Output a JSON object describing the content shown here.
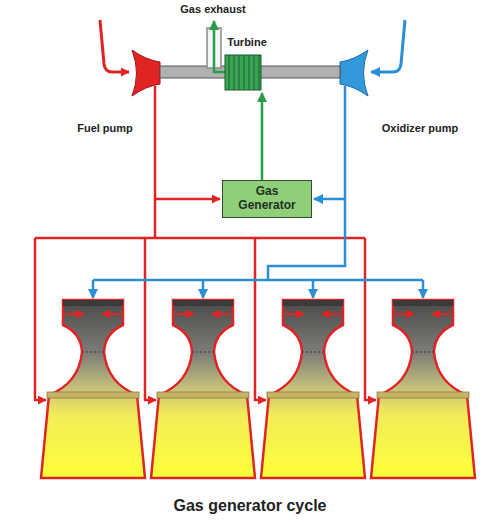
{
  "diagram": {
    "caption": "Gas generator cycle",
    "nodes": [
      {
        "text": [
          "Gas Generator"
        ]
      }
    ],
    "edges": [],
    "labels": [
      "Gas exhaust",
      "Turbine",
      "Fuel pump",
      "Oxidizer pump"
    ]
  }
}
